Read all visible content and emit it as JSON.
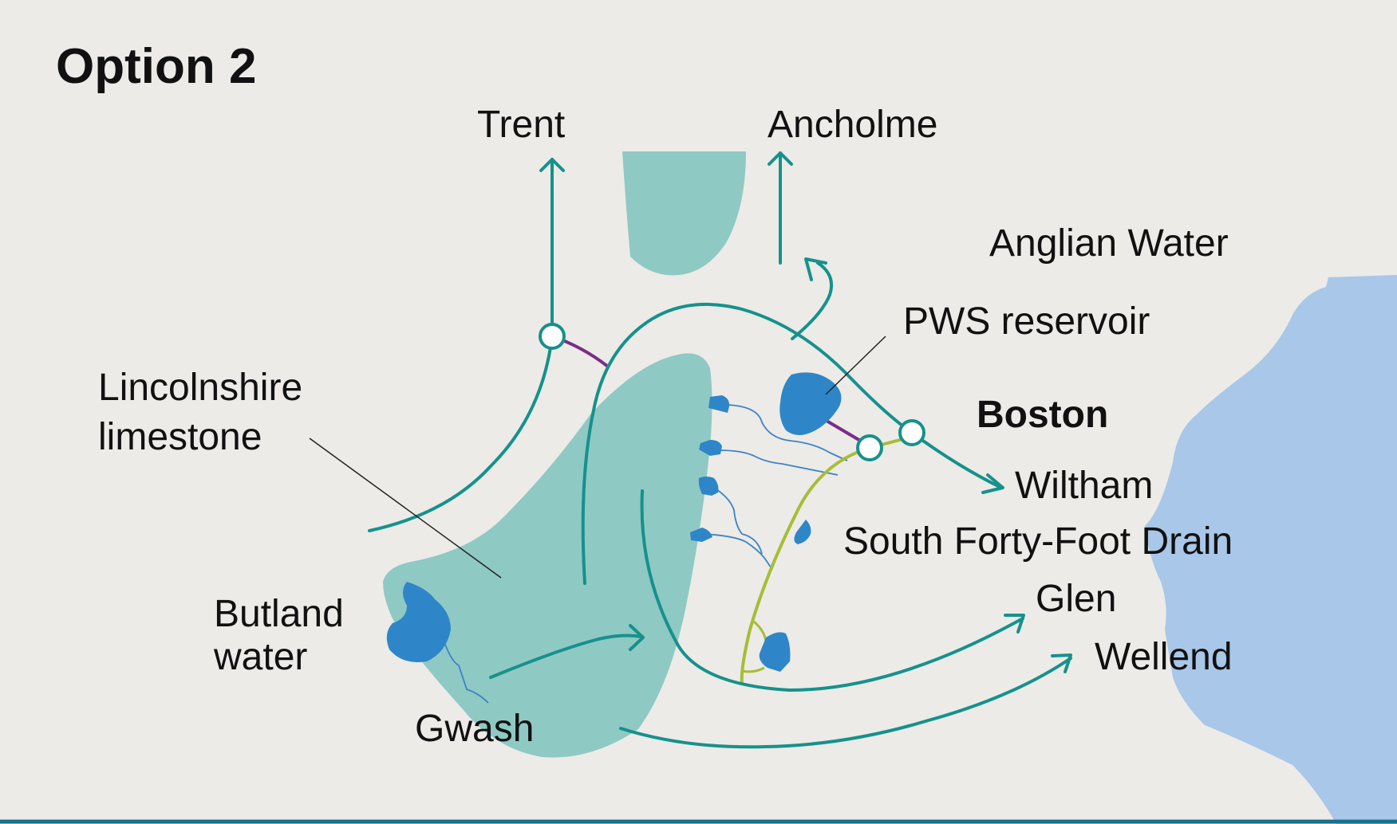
{
  "title": "Option 2",
  "labels": {
    "trent": "Trent",
    "ancholme": "Ancholme",
    "anglian_water": "Anglian Water",
    "pws_reservoir": "PWS reservoir",
    "boston": "Boston",
    "lincolnshire_line1": "Lincolnshire",
    "lincolnshire_line2": "limestone",
    "wiltham": "Wiltham",
    "south_forty_foot_drain": "South Forty-Foot Drain",
    "glen": "Glen",
    "wellend": "Wellend",
    "butland_line1": "Butland",
    "butland_line2": "water",
    "gwash": "Gwash"
  },
  "colors": {
    "background": "#ecebe7",
    "aquifer": "#8fc9c4",
    "river": "#16918c",
    "reservoir": "#2e86c8",
    "sea": "#a9c7e8",
    "purple_link": "#7b2d86",
    "drain": "#a6bd35",
    "stream": "#3c83c6",
    "bottom_rule": "#1a6f8c"
  }
}
